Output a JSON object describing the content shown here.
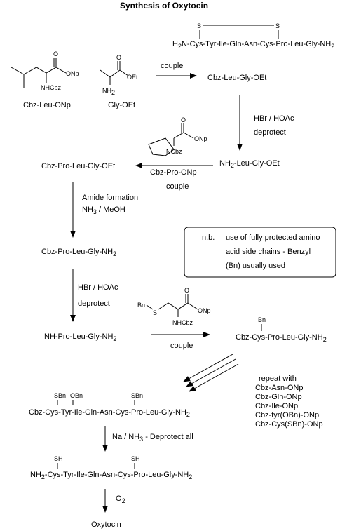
{
  "title": "Synthesis of Oxytocin",
  "oxytocin_structure": {
    "sulfur_left": "S",
    "sulfur_right": "S",
    "h2n": "H",
    "h2n_sub": "2",
    "h2n_end": "N-Cys-Tyr-Ile-Gln-Asn-Cys-Pro-Leu-Gly-NH",
    "nh2_sub": "2"
  },
  "step1": {
    "leu_onp_label": "Cbz-Leu-ONp",
    "gly_oet_label": "Gly-OEt",
    "onp": "ONp",
    "nhcbz": "NHCbz",
    "oet": "OEt",
    "nh2_text": "NH",
    "nh2_sub": "2",
    "o_left": "O",
    "o_right": "O",
    "reagent": "couple",
    "product": "Cbz-Leu-Gly-OEt"
  },
  "step2": {
    "reagent_line1": "HBr / HOAc",
    "reagent_line2": "deprotect",
    "product_nh": "NH",
    "product_sub": "2",
    "product_rest": "-Leu-Gly-OEt"
  },
  "step3": {
    "pro_onp": "ONp",
    "pro_ncbz": "NCbz",
    "pro_o": "O",
    "reagent_line1": "Cbz-Pro-ONp",
    "reagent_line2": "couple",
    "product": "Cbz-Pro-Leu-Gly-OEt"
  },
  "step4": {
    "reagent_line1": "Amide formation",
    "reagent_line2_a": "NH",
    "reagent_line2_sub": "3",
    "reagent_line2_b": " / MeOH",
    "product_a": "Cbz-Pro-Leu-Gly-NH",
    "product_sub": "2"
  },
  "note": {
    "label": "n.b.",
    "line1": "use of fully protected amino",
    "line2": "acid side chains - Benzyl",
    "line3": "(Bn) usually used"
  },
  "step5": {
    "reagent_line1": "HBr / HOAc",
    "reagent_line2": "deprotect",
    "product_a": "NH-Pro-Leu-Gly-NH",
    "product_sub": "2"
  },
  "step6": {
    "bn": "Bn",
    "s": "S",
    "onp": "ONp",
    "nhcbz": "NHCbz",
    "o": "O",
    "reagent": "couple",
    "product_bn": "Bn",
    "product_a": "Cbz-Cys-Pro-Leu-Gly-NH",
    "product_sub": "2"
  },
  "repeat": {
    "heading": "repeat with",
    "items": [
      "Cbz-Asn-ONp",
      "Cbz-Gln-ONp",
      "Cbz-Ile-ONp",
      "Cbz-tyr(OBn)-ONp",
      "Cbz-Cys(SBn)-ONp"
    ]
  },
  "protected_peptide": {
    "sbn_left": "SBn",
    "obn": "OBn",
    "sbn_right": "SBn",
    "chain_a": "Cbz-Cys-Tyr-Ile-Gln-Asn-Cys-Pro-Leu-Gly-NH",
    "chain_sub": "2"
  },
  "step7": {
    "reagent_a": "Na / NH",
    "reagent_sub": "3",
    "reagent_b": " - Deprotect all"
  },
  "free_peptide": {
    "sh_left": "SH",
    "sh_right": "SH",
    "nh": "NH",
    "nh_sub": "2",
    "chain": "-Cys-Tyr-Ile-Gln-Asn-Cys-Pro-Leu-Gly-NH",
    "chain_sub": "2"
  },
  "step8": {
    "reagent_a": "O",
    "reagent_sub": "2",
    "product": "Oxytocin"
  }
}
